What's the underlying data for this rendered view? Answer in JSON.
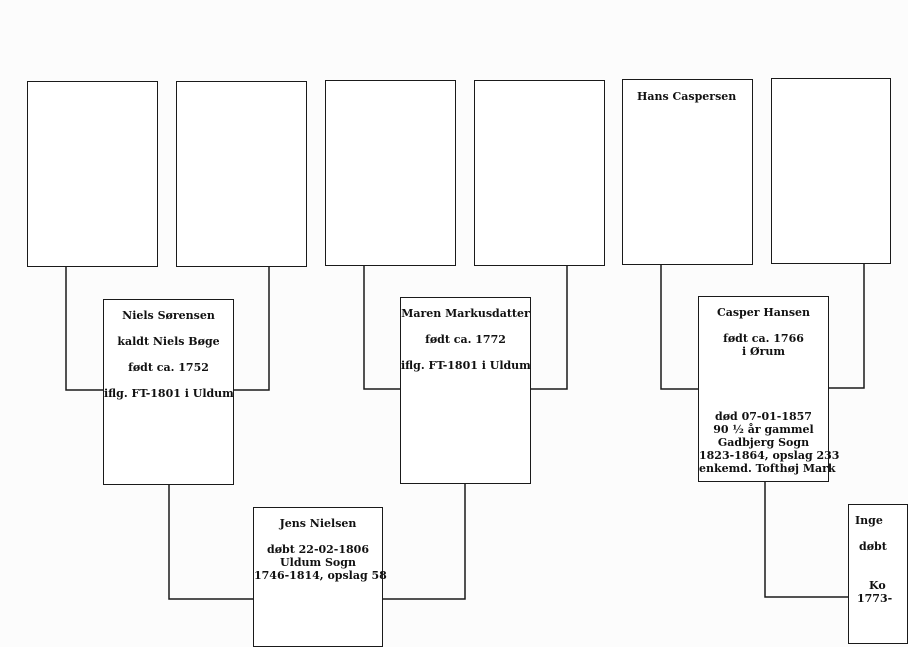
{
  "tree": {
    "boxes": {
      "gp_hans": {
        "lines": [
          "Hans Caspersen"
        ]
      },
      "p_niels": {
        "lines": [
          "Niels Sørensen",
          "",
          "kaldt Niels Bøge",
          "",
          "født ca. 1752",
          "",
          "iflg. FT-1801 i Uldum"
        ]
      },
      "p_maren": {
        "lines": [
          "Maren Markusdatter",
          "",
          "født ca. 1772",
          "",
          "iflg. FT-1801 i Uldum"
        ]
      },
      "p_casper": {
        "lines": [
          "Casper Hansen",
          "",
          "født ca. 1766",
          "i Ørum",
          "",
          "",
          "",
          "",
          "død 07-01-1857",
          "90 ½ år gammel",
          "Gadbjerg Sogn",
          "1823-1864, opslag 233",
          "enkemd. Tofthøj Mark"
        ]
      },
      "c_jens": {
        "lines": [
          "Jens Nielsen",
          "",
          "døbt 22-02-1806",
          "Uldum Sogn",
          "1746-1814, opslag 58"
        ]
      },
      "c_inge": {
        "lines": [
          "Inge",
          "",
          "døbt",
          "",
          "",
          "Ko",
          "1773-"
        ]
      }
    }
  }
}
